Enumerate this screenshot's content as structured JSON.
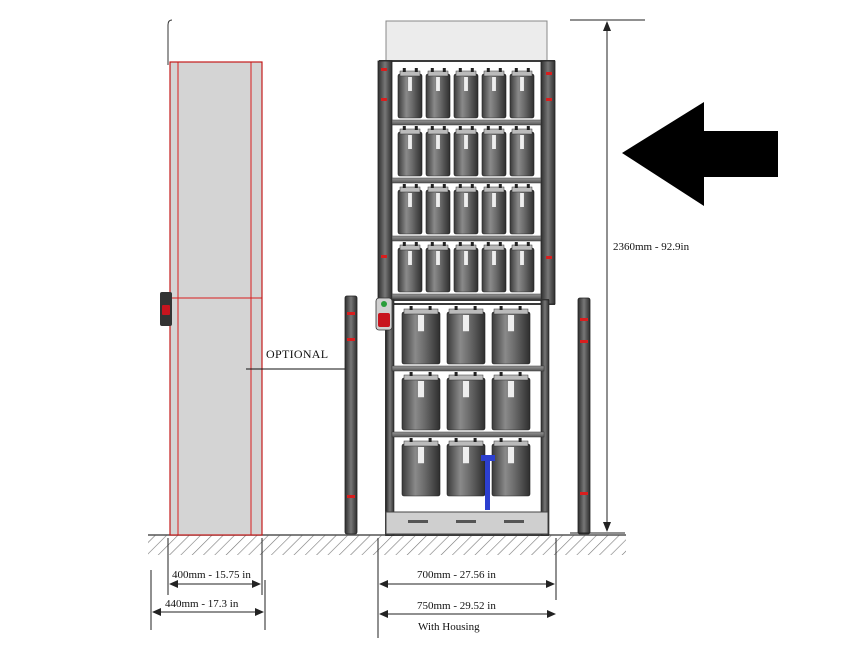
{
  "labels": {
    "optional": "OPTIONAL",
    "height": "2360mm - 92.9in",
    "width_400": "400mm - 15.75 in",
    "width_440": "440mm - 17.3 in",
    "width_700": "700mm - 27.56 in",
    "width_750": "750mm - 29.52 in",
    "with_housing": "With Housing"
  },
  "layout": {
    "upper_shelves": 4,
    "upper_batteries_per_shelf": 5,
    "lower_shelves": 3,
    "lower_batteries_per_shelf": 3
  },
  "colors": {
    "frame": "#4a4a4a",
    "battery": "#6e6e6e",
    "housing_fill": "#d4d4d4",
    "housing_edge": "#d81e1e",
    "arrow": "#000000",
    "switch": "#c8141e"
  }
}
